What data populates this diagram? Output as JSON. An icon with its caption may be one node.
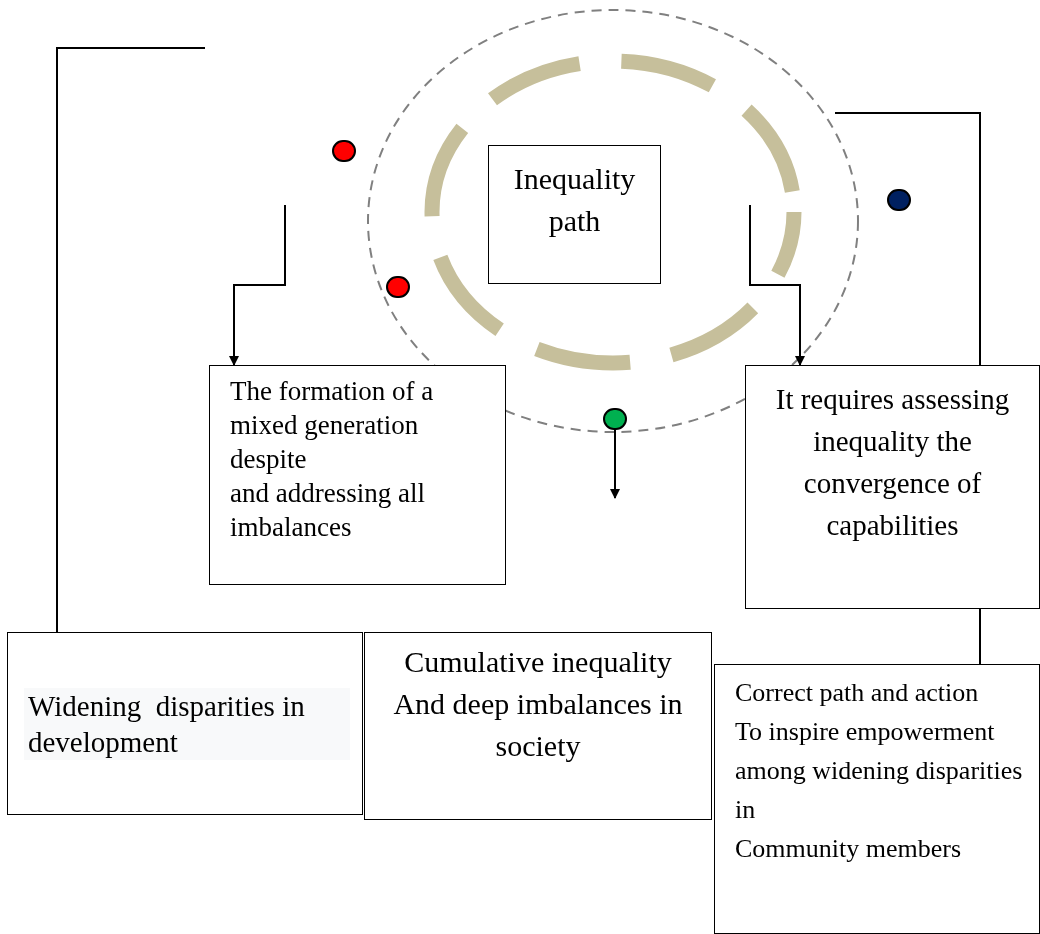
{
  "diagram": {
    "nodes": [
      {
        "text": [
          "Inequality path"
        ]
      },
      {
        "text": [
          "The formation of a mixed generation despite",
          "and addressing all imbalances"
        ]
      },
      {
        "text": [
          "It requires assessing inequality the convergence of capabilities"
        ]
      },
      {
        "text": [
          "Widening  disparities in development"
        ]
      },
      {
        "text": [
          "Cumulative inequality",
          "And deep imbalances in society"
        ]
      },
      {
        "text": [
          "Correct path and action",
          "To inspire empowerment among widening disparities in",
          "Community members"
        ]
      },
      {
        "text": [],
        "shape": "circle"
      },
      {
        "text": [],
        "shape": "circle"
      },
      {
        "text": [],
        "shape": "circle"
      },
      {
        "text": [],
        "shape": "circle"
      }
    ],
    "edges": [
      {
        "from": null,
        "to": 3,
        "arrow": "none"
      },
      {
        "from": null,
        "to": 1,
        "arrow": "to"
      },
      {
        "from": null,
        "to": 2,
        "arrow": "to"
      },
      {
        "from": 8,
        "to": null,
        "arrow": "to"
      },
      {
        "from": null,
        "to": 2,
        "arrow": "none"
      },
      {
        "from": 2,
        "to": 5,
        "arrow": "none"
      }
    ]
  }
}
